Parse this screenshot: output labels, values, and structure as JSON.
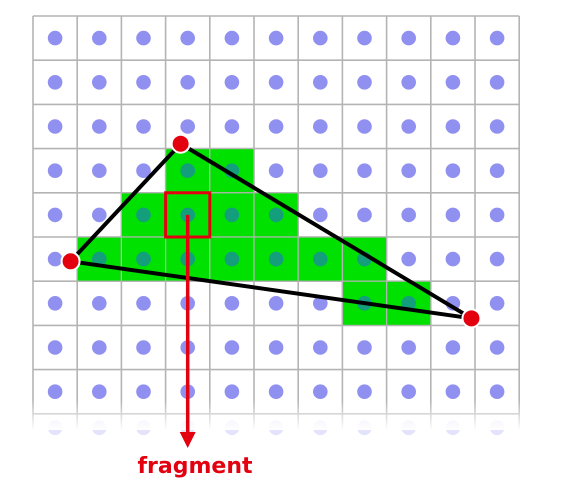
{
  "diagram": {
    "grid": {
      "columns": 11,
      "rows": 9
    },
    "covered_pixels": [
      [
        3,
        3
      ],
      [
        4,
        3
      ],
      [
        2,
        4
      ],
      [
        3,
        4
      ],
      [
        4,
        4
      ],
      [
        5,
        4
      ],
      [
        1,
        5
      ],
      [
        2,
        5
      ],
      [
        3,
        5
      ],
      [
        4,
        5
      ],
      [
        5,
        5
      ],
      [
        6,
        5
      ],
      [
        7,
        5
      ],
      [
        7,
        6
      ],
      [
        8,
        6
      ]
    ],
    "highlighted_pixel": [
      3,
      4
    ],
    "triangle_vertices": [
      [
        3.34,
        2.89
      ],
      [
        0.85,
        5.55
      ],
      [
        9.92,
        6.84
      ]
    ],
    "fragment_label": "fragment",
    "colors": {
      "grid_line": "#b4b4b4",
      "grid_background": "#ffffff",
      "sample_dot": "#9090f0",
      "sample_dot_on_covered": "#139f7c",
      "covered_fill": "#00e100",
      "triangle_edge": "#000000",
      "vertex": "#e3000f",
      "highlight": "#e3000f",
      "arrow": "#e3000f"
    }
  }
}
